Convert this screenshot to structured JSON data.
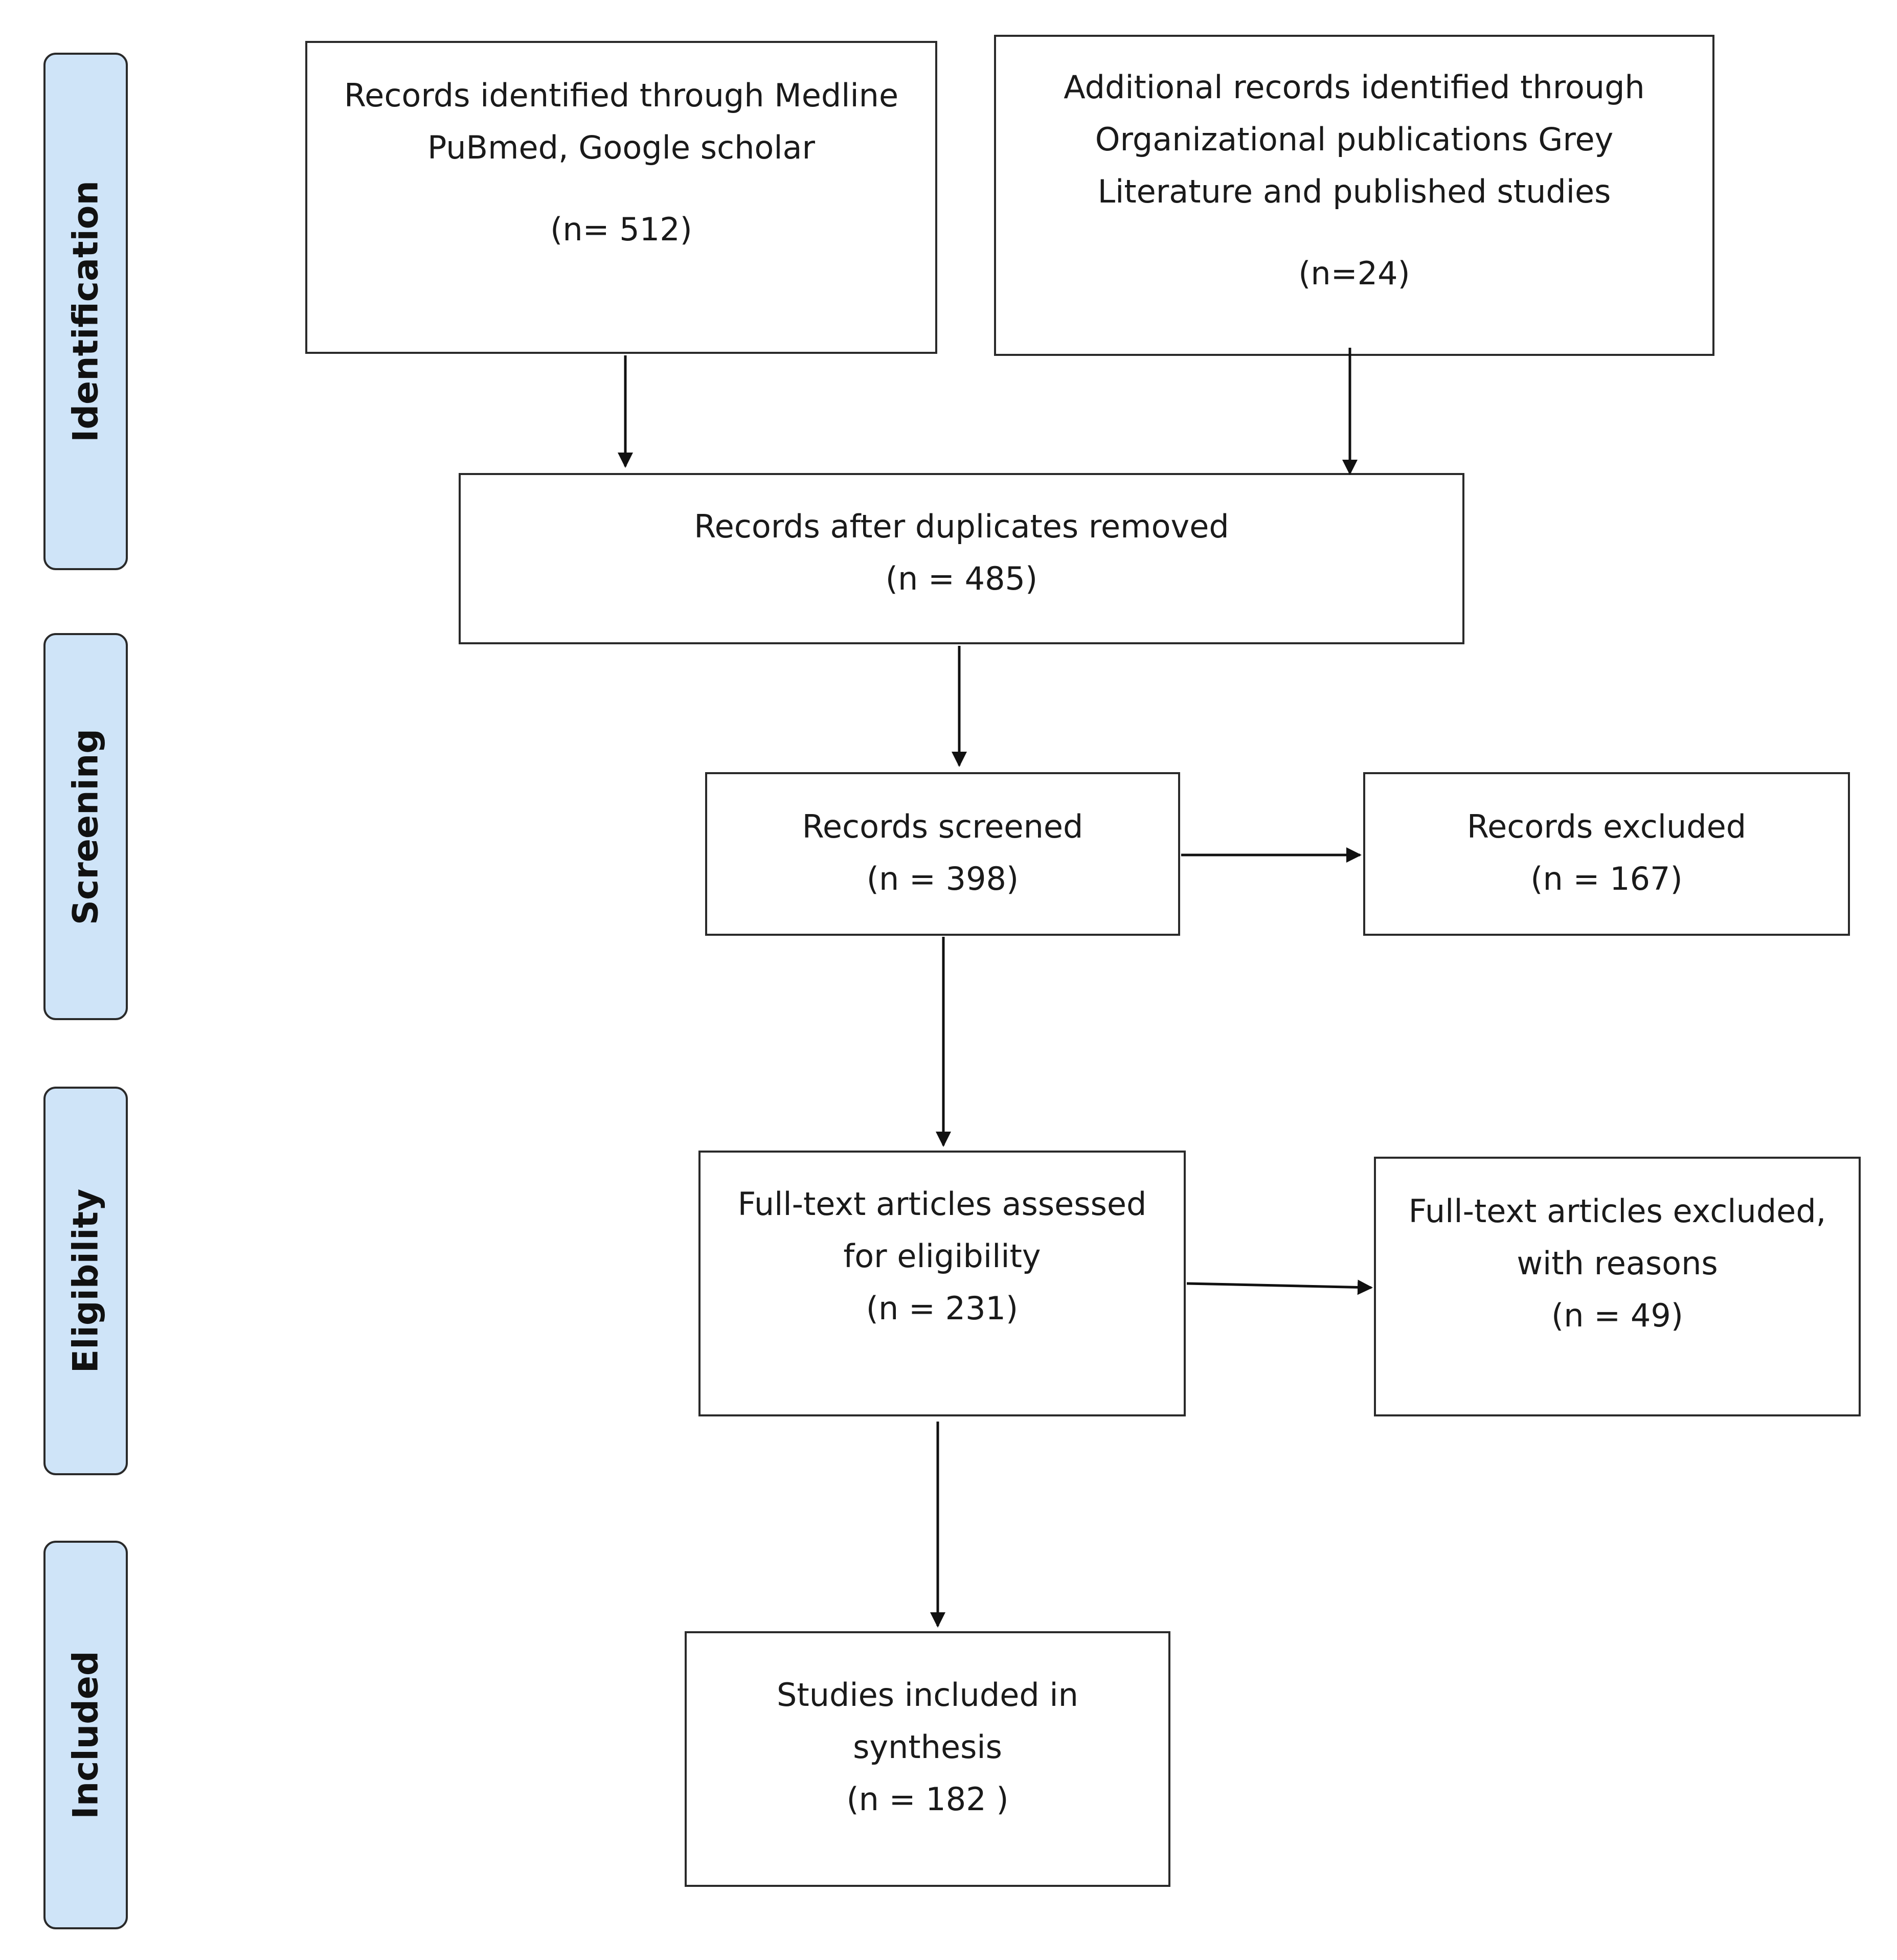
{
  "stages": {
    "identification": "Identification",
    "screening": "Screening",
    "eligibility": "Eligibility",
    "included": "Included"
  },
  "boxes": {
    "database": {
      "line1": "Records identified through Medline",
      "line2": "PuBmed, Google scholar",
      "count": "(n= 512)"
    },
    "additional": {
      "line1": "Additional records identified through",
      "line2": "Organizational publications Grey",
      "line3": "Literature and published studies",
      "count": "(n=24)"
    },
    "deduplicated": {
      "line1": "Records after duplicates removed",
      "count": "(n = 485)"
    },
    "screened": {
      "line1": "Records screened",
      "count": "(n = 398)"
    },
    "excluded": {
      "line1": "Records excluded",
      "count": "(n = 167)"
    },
    "fulltext": {
      "line1": "Full-text articles assessed",
      "line2": "for eligibility",
      "count": "(n = 231)"
    },
    "fulltext_excluded": {
      "line1": "Full-text articles excluded,",
      "line2": "with reasons",
      "count": "(n = 49)"
    },
    "included": {
      "line1": "Studies included in",
      "line2": "synthesis",
      "count": "(n = 182 )"
    }
  },
  "colors": {
    "stage_fill": "#cfe4f8",
    "stroke": "#2a2a2a"
  }
}
